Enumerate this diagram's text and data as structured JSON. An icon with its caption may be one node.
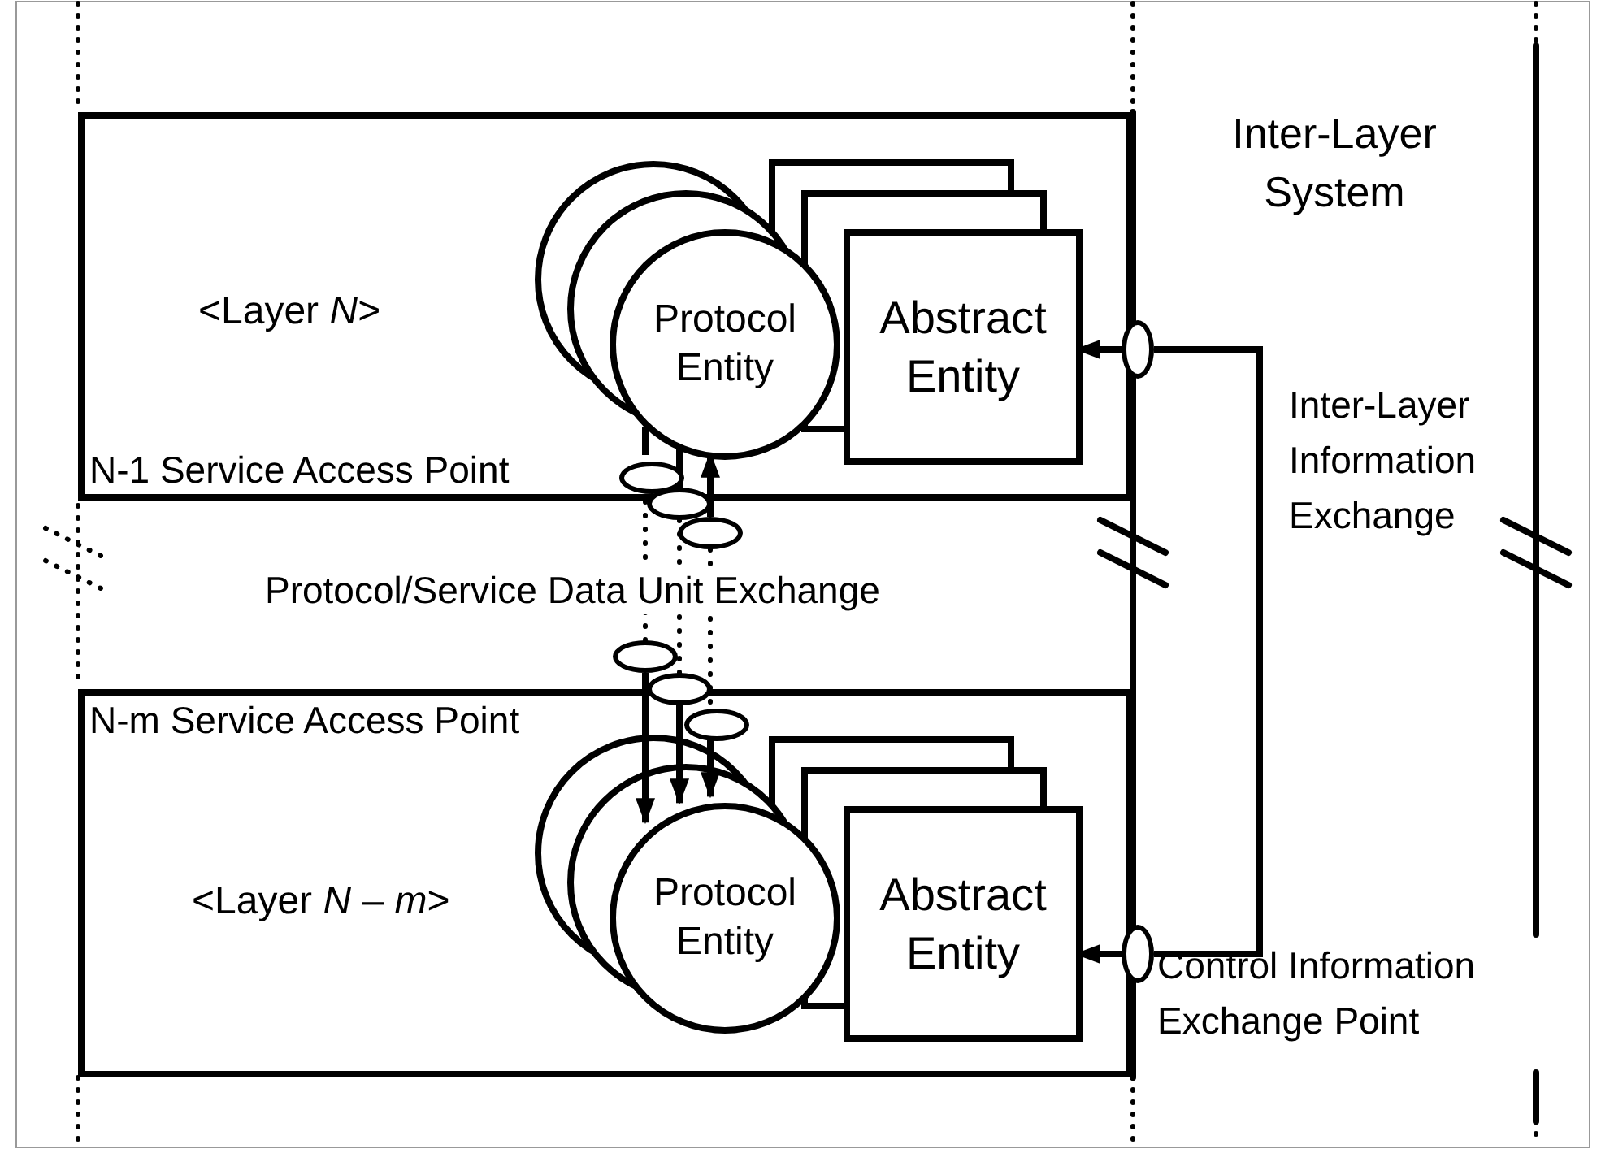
{
  "diagram": {
    "nodes": [
      {
        "text": [
          "<Layer *N*>"
        ]
      },
      {
        "text": [
          "Protocol Entity"
        ],
        "in": 0
      },
      {
        "text": [
          "Abstract Entity"
        ],
        "in": 0
      },
      {
        "text": [],
        "shape": "ellipse"
      },
      {
        "text": [],
        "shape": "ellipse",
        "in": 0
      },
      {
        "text": [],
        "shape": "ellipse"
      },
      {
        "text": [],
        "shape": "ellipse"
      },
      {
        "text": [
          "<Layer *N* – *m*>"
        ]
      },
      {
        "text": [
          "Protocol Entity"
        ],
        "in": 7
      },
      {
        "text": [
          "Abstract Entity"
        ],
        "in": 7
      },
      {
        "text": [],
        "shape": "ellipse"
      },
      {
        "text": [],
        "shape": "ellipse"
      },
      {
        "text": [],
        "shape": "ellipse",
        "in": 7
      },
      {
        "text": [],
        "shape": "ellipse"
      },
      {
        "text": [
          "Inter-Layer System"
        ]
      }
    ],
    "edges": [
      {
        "from": 3,
        "to": 2,
        "arrow": "to"
      },
      {
        "from": 13,
        "to": 9,
        "arrow": "to"
      },
      {
        "from": 3,
        "to": 13,
        "arrow": "none"
      },
      {
        "from": 4,
        "to": 1,
        "arrow": "none"
      },
      {
        "from": 5,
        "to": 1,
        "arrow": "none"
      },
      {
        "from": 6,
        "to": 1,
        "arrow": "to"
      },
      {
        "from": 10,
        "to": 8,
        "arrow": "to"
      },
      {
        "from": 11,
        "to": 8,
        "arrow": "to"
      },
      {
        "from": 12,
        "to": 8,
        "arrow": "to"
      },
      {
        "from": 4,
        "to": 10,
        "arrow": "none",
        "style": "dashed"
      },
      {
        "from": 5,
        "to": 11,
        "arrow": "none",
        "style": "dashed"
      },
      {
        "from": 6,
        "to": 12,
        "arrow": "none",
        "style": "dashed"
      }
    ],
    "labels": [
      "N-1 Service Access Point",
      "Protocol/Service Data Unit Exchange",
      "N-m Service Access Point",
      "Inter-Layer Information Exchange",
      "Control Information Exchange Point"
    ]
  }
}
